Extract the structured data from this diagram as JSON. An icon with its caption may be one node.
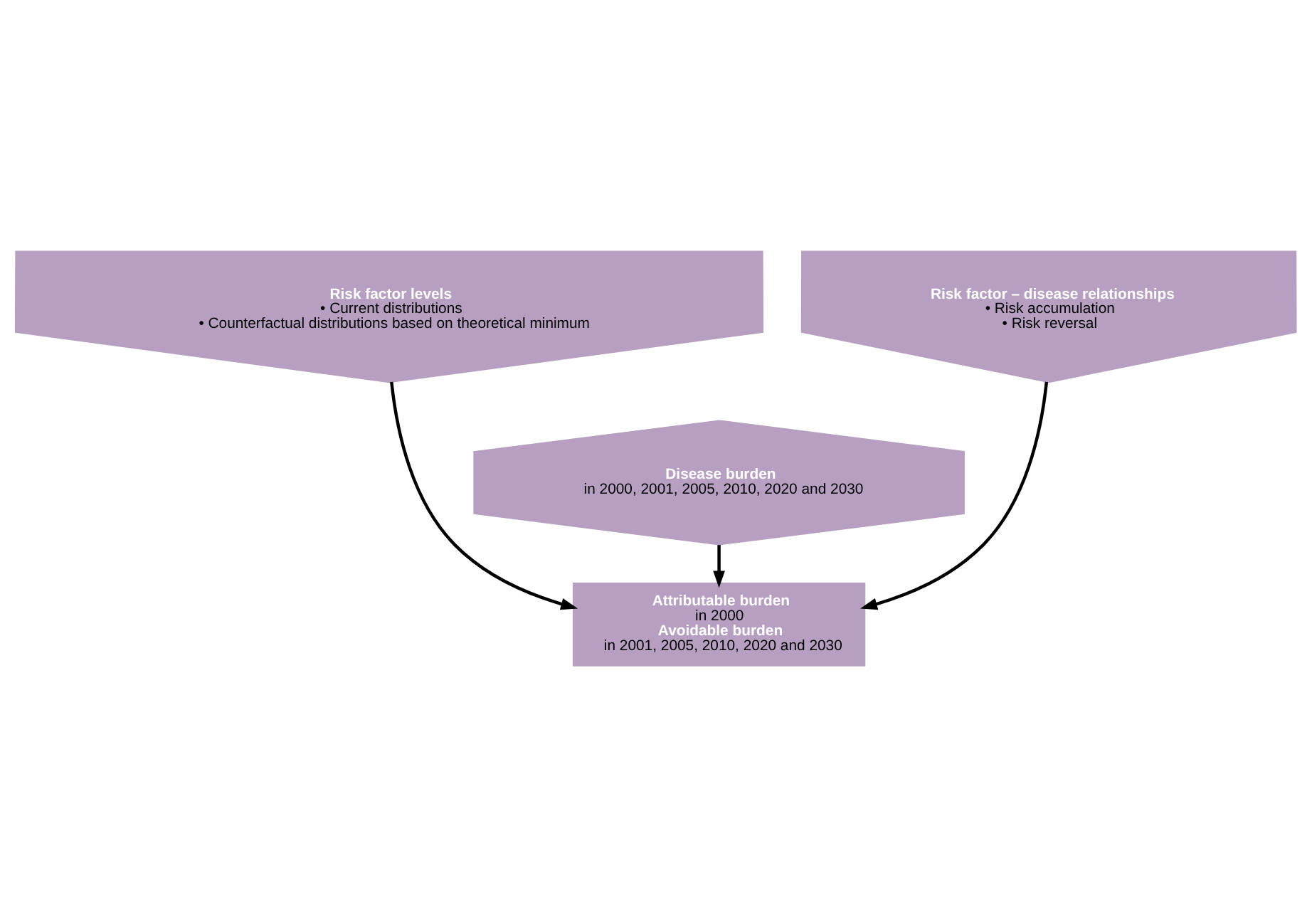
{
  "diagram": {
    "nodes": [
      {
        "text": [
          "Risk factor levels",
          "• Current distributions",
          "• Counterfactual distributions based on theoretical minimum"
        ]
      },
      {
        "text": [
          "Risk factor – disease relationships",
          "• Risk accumulation",
          "• Risk reversal"
        ]
      },
      {
        "text": [
          "Disease burden",
          "in 2000, 2001, 2005, 2010, 2020 and 2030"
        ]
      },
      {
        "text": [
          "Attributable burden",
          "in 2000",
          "Avoidable burden",
          "in 2001, 2005, 2010, 2020 and 2030"
        ]
      }
    ],
    "edges": [
      {
        "from": 0,
        "to": 3,
        "arrow": "to"
      },
      {
        "from": 2,
        "to": 3,
        "arrow": "to"
      },
      {
        "from": 1,
        "to": 3,
        "arrow": "to"
      }
    ]
  }
}
